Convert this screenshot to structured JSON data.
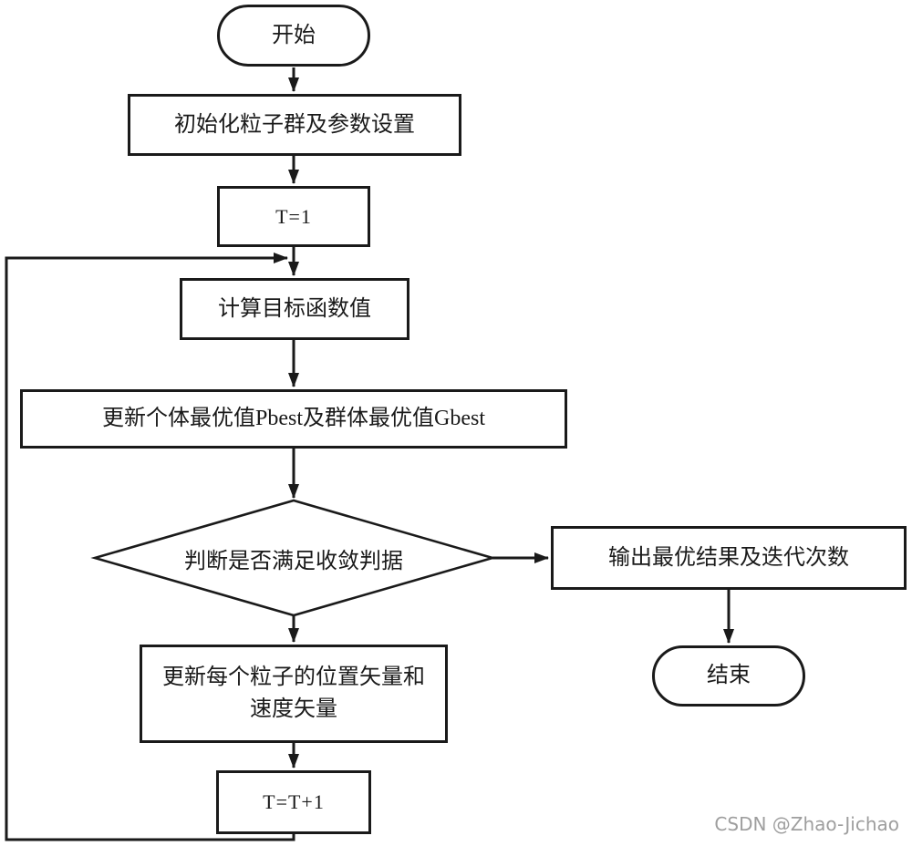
{
  "flowchart": {
    "nodes": {
      "start": {
        "label": "开始",
        "type": "terminator"
      },
      "init": {
        "label": "初始化粒子群及参数设置",
        "type": "process"
      },
      "t1": {
        "label": "T=1",
        "type": "process"
      },
      "calc": {
        "label": "计算目标函数值",
        "type": "process"
      },
      "pbest": {
        "label": "更新个体最优值Pbest及群体最优值Gbest",
        "type": "process"
      },
      "decision": {
        "label": "判断是否满足收敛判据",
        "type": "decision"
      },
      "output": {
        "label": "输出最优结果及迭代次数",
        "type": "process"
      },
      "end": {
        "label": "结束",
        "type": "terminator"
      },
      "update": {
        "label": "更新每个粒子的位置矢量和速度矢量",
        "type": "process"
      },
      "tplus": {
        "label": "T=T+1",
        "type": "process"
      }
    },
    "colors": {
      "stroke": "#1a1a1a",
      "background": "#ffffff",
      "text": "#1a1a1a"
    }
  },
  "watermark": {
    "text": "CSDN @Zhao-Jichao",
    "color": "#9e9e9e"
  }
}
